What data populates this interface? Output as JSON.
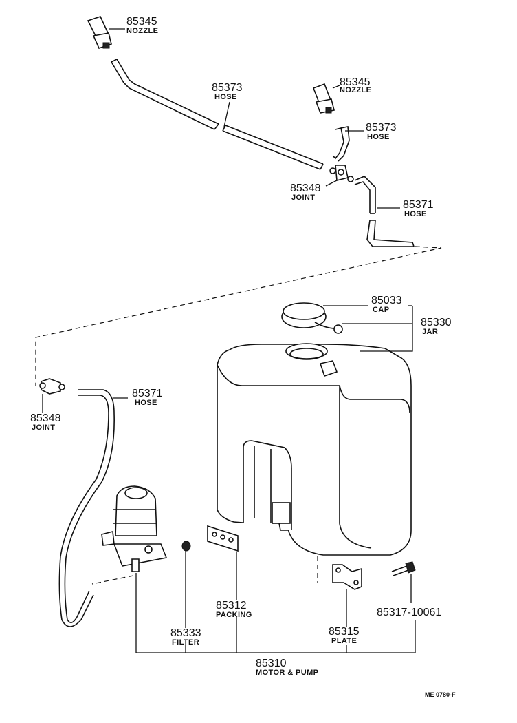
{
  "labels": {
    "nozzle_upper_left": {
      "number": "85345",
      "name": "NOZZLE"
    },
    "nozzle_upper_right": {
      "number": "85345",
      "name": "NOZZLE"
    },
    "hose_long": {
      "number": "85373",
      "name": "HOSE"
    },
    "hose_short": {
      "number": "85373",
      "name": "HOSE"
    },
    "joint_upper": {
      "number": "85348",
      "name": "JOINT"
    },
    "hose_upper_right": {
      "number": "85371",
      "name": "HOSE"
    },
    "cap": {
      "number": "85033",
      "name": "CAP"
    },
    "jar": {
      "number": "85330",
      "name": "JAR"
    },
    "joint_lower": {
      "number": "85348",
      "name": "JOINT"
    },
    "hose_lower": {
      "number": "85371",
      "name": "HOSE"
    },
    "packing": {
      "number": "85312",
      "name": "PACKING"
    },
    "filter": {
      "number": "85333",
      "name": "FILTER"
    },
    "plate": {
      "number": "85315",
      "name": "PLATE"
    },
    "bolt": {
      "number": "85317-10061",
      "name": ""
    },
    "motor_pump": {
      "number": "85310",
      "name": "MOTOR & PUMP"
    }
  },
  "drawing_code": "ME  0780-F"
}
